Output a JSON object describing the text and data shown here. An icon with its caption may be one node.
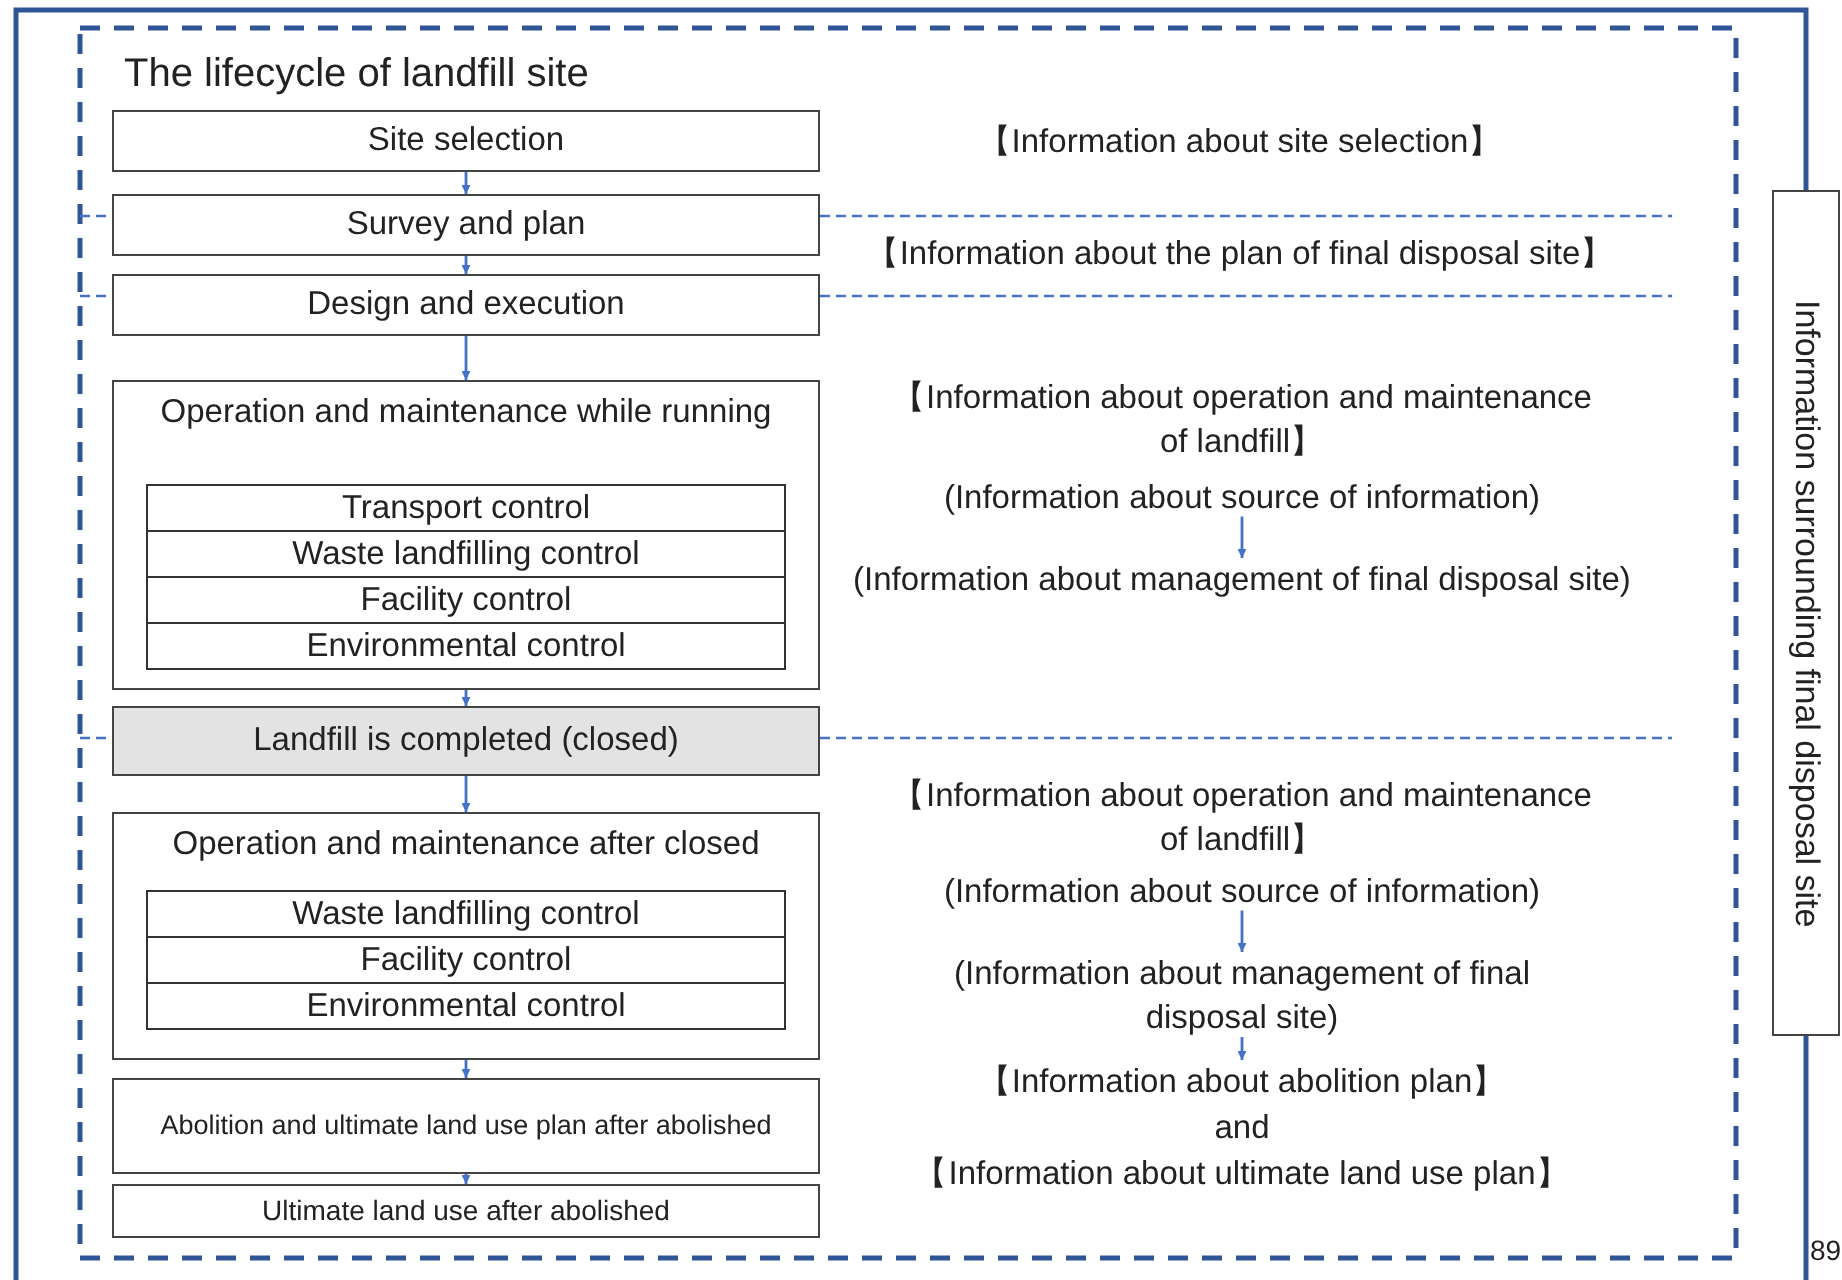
{
  "diagram": {
    "title": "The lifecycle of landfill site",
    "nodes": [
      {
        "text": [
          "Site selection"
        ]
      },
      {
        "text": [
          "Survey and plan"
        ]
      },
      {
        "text": [
          "Design and execution"
        ]
      },
      {
        "text": [
          "Operation and maintenance while running"
        ]
      },
      {
        "text": [
          "Transport control"
        ],
        "in": 3
      },
      {
        "text": [
          "Waste landfilling control"
        ],
        "in": 3
      },
      {
        "text": [
          "Facility control"
        ],
        "in": 3
      },
      {
        "text": [
          "Environmental control"
        ],
        "in": 3
      },
      {
        "text": [
          "Landfill is completed (closed)"
        ]
      },
      {
        "text": [
          "Operation and maintenance after closed"
        ]
      },
      {
        "text": [
          "Waste landfilling control"
        ],
        "in": 9
      },
      {
        "text": [
          "Facility control"
        ],
        "in": 9
      },
      {
        "text": [
          "Environmental control"
        ],
        "in": 9
      },
      {
        "text": [
          "Abolition and ultimate land use plan after abolished"
        ]
      },
      {
        "text": [
          "Ultimate land use after abolished"
        ]
      },
      {
        "text": [
          "Information surrounding final disposal site"
        ]
      },
      {
        "text": [
          "(Information about source of information)"
        ]
      },
      {
        "text": [
          "(Information about management of final disposal site)"
        ]
      },
      {
        "text": [
          "(Information about source of information)"
        ]
      },
      {
        "text": [
          "(Information about management of final disposal site)"
        ]
      },
      {
        "text": [
          "【Information about abolition plan】",
          "and",
          "【Information about ultimate land use plan】"
        ]
      }
    ],
    "edges": [
      {
        "from": 0,
        "to": 1,
        "arrow": "to"
      },
      {
        "from": 1,
        "to": 2,
        "arrow": "to"
      },
      {
        "from": 2,
        "to": 3,
        "arrow": "to"
      },
      {
        "from": 3,
        "to": 8,
        "arrow": "to"
      },
      {
        "from": 8,
        "to": 9,
        "arrow": "to"
      },
      {
        "from": 9,
        "to": 13,
        "arrow": "to"
      },
      {
        "from": 13,
        "to": 14,
        "arrow": "to"
      },
      {
        "from": 16,
        "to": 17,
        "arrow": "to"
      },
      {
        "from": 18,
        "to": 19,
        "arrow": "to"
      },
      {
        "from": 19,
        "to": 20,
        "arrow": "to"
      }
    ],
    "labels": [
      "【Information about site selection】",
      "【Information about the plan of final disposal site】",
      "【Information about operation and maintenance of landfill】",
      "【Information about operation and maintenance of landfill】",
      "89"
    ]
  }
}
